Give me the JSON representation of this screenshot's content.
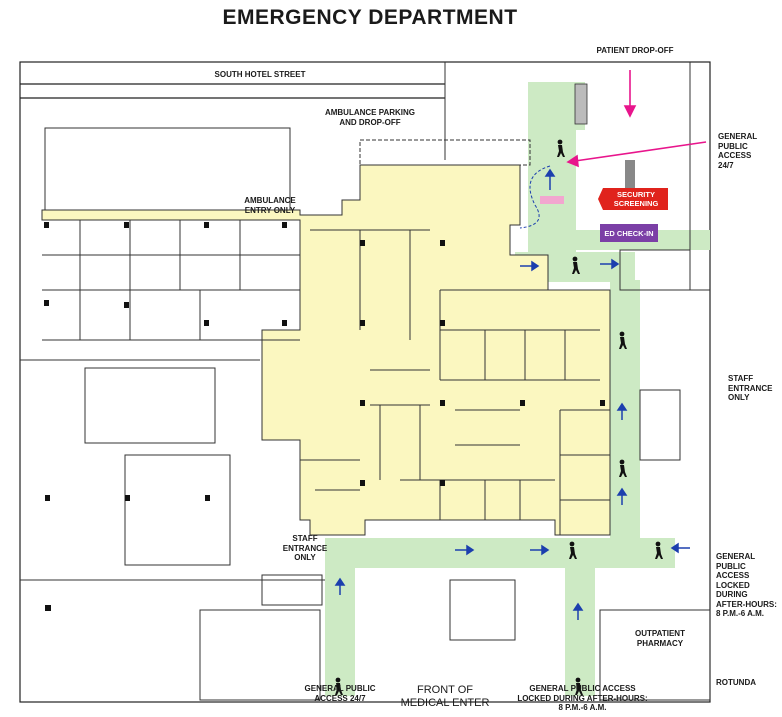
{
  "title": "EMERGENCY DEPARTMENT",
  "labels": {
    "south_hotel_street": "SOUTH HOTEL STREET",
    "patient_dropoff": "PATIENT DROP-OFF",
    "ambulance_parking": "AMBULANCE PARKING\nAND DROP-OFF",
    "ambulance_entry": "AMBULANCE\nENTRY ONLY",
    "general_public_247_right": "GENERAL\nPUBLIC ACCESS\n24/7",
    "staff_entrance_right": "STAFF\nENTRANCE\nONLY",
    "staff_entrance_left": "STAFF\nENTRANCE\nONLY",
    "general_public_locked_right": "GENERAL PUBLIC\nACCESS\nLOCKED DURING\nAFTER-HOURS:\n8 P.M.-6 A.M.",
    "outpatient_pharmacy": "OUTPATIENT\nPHARMACY",
    "rotunda": "ROTUNDA",
    "general_public_247_bottom": "GENERAL PUBLIC\nACCESS 24/7",
    "front_medical": "FRONT OF\nMEDICAL ENTER",
    "general_public_locked_bottom": "GENERAL PUBLIC ACCESS\nLOCKED DURING AFTER-HOURS:\n8 P.M.-6 A.M."
  },
  "tags": {
    "security": "SECURITY\nSCREENING",
    "checkin": "ED CHECK-IN"
  },
  "colors": {
    "ed_area": "#fbf7c0",
    "public_path": "#cdeac4",
    "security": "#e0231c",
    "checkin": "#7b3fa6",
    "pointer": "#e8158c",
    "arrow": "#1c3fae",
    "wall": "#222222"
  },
  "icons": [
    "walking-person-icon",
    "direction-arrow-icon",
    "pointer-arrow-icon"
  ]
}
